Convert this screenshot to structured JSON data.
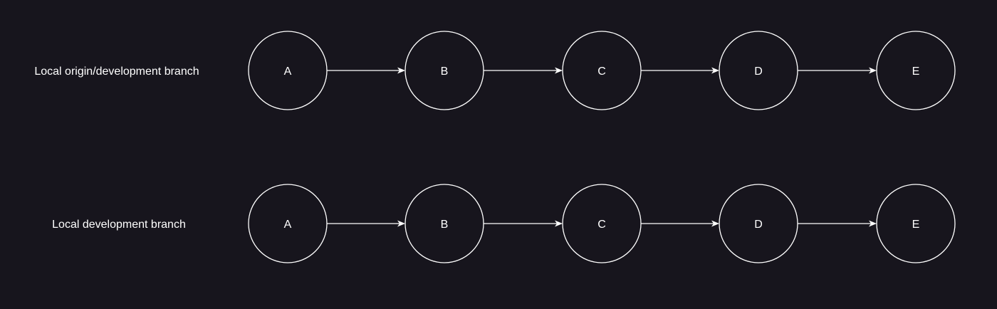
{
  "colors": {
    "background": "#17151d",
    "stroke": "#ffffff",
    "text": "#ffffff"
  },
  "branches": [
    {
      "label": "Local origin/development branch",
      "commits": [
        "A",
        "B",
        "C",
        "D",
        "E"
      ]
    },
    {
      "label": "Local development branch",
      "commits": [
        "A",
        "B",
        "C",
        "D",
        "E"
      ]
    }
  ]
}
